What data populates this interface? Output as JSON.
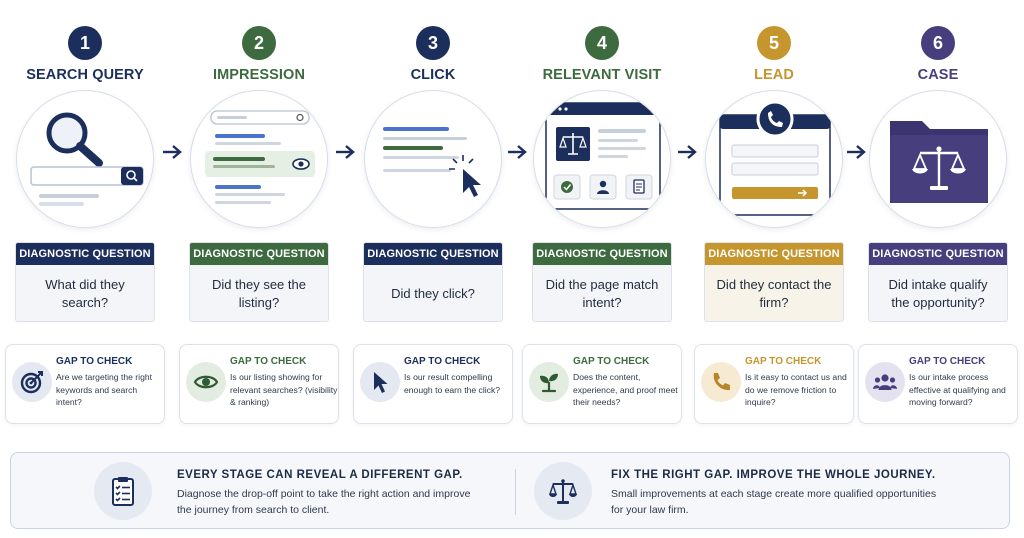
{
  "colors": {
    "navy": "#1c2e5c",
    "green": "#3d6b3f",
    "gold": "#c5962e",
    "purple": "#473e7e",
    "arrow": "#1c2e5c"
  },
  "stages": [
    {
      "number": "1",
      "title": "SEARCH QUERY",
      "color": "#1c2e5c",
      "illustration": "magnifier-search-bar",
      "dq_label": "DIAGNOSTIC QUESTION",
      "dq_text": "What did they search?",
      "gap_label": "GAP TO CHECK",
      "gap_icon": "target-icon",
      "gap_text": "Are we targeting the right keywords and search intent?"
    },
    {
      "number": "2",
      "title": "IMPRESSION",
      "color": "#3d6b3f",
      "illustration": "search-results-listing",
      "dq_label": "DIAGNOSTIC QUESTION",
      "dq_text": "Did they see the listing?",
      "gap_label": "GAP TO CHECK",
      "gap_icon": "eye-icon",
      "gap_text": "Is our listing showing for relevant searches? (visibility & ranking)"
    },
    {
      "number": "3",
      "title": "CLICK",
      "color": "#1c2e5c",
      "illustration": "cursor-click-listing",
      "dq_label": "DIAGNOSTIC QUESTION",
      "dq_text": "Did they click?",
      "gap_label": "GAP TO CHECK",
      "gap_icon": "cursor-icon",
      "gap_text": "Is our result compelling enough to earn the click?"
    },
    {
      "number": "4",
      "title": "RELEVANT VISIT",
      "color": "#3d6b3f",
      "illustration": "law-firm-webpage",
      "dq_label": "DIAGNOSTIC QUESTION",
      "dq_text": "Did the page match intent?",
      "gap_label": "GAP TO CHECK",
      "gap_icon": "sprout-icon",
      "gap_text": "Does the content, experience, and proof meet their needs?"
    },
    {
      "number": "5",
      "title": "LEAD",
      "color": "#c5962e",
      "illustration": "contact-form-phone",
      "dq_label": "DIAGNOSTIC QUESTION",
      "dq_text": "Did they contact the firm?",
      "gap_label": "GAP TO CHECK",
      "gap_icon": "phone-icon",
      "gap_text": "Is it easy to contact us and do we remove friction to inquire?"
    },
    {
      "number": "6",
      "title": "CASE",
      "color": "#473e7e",
      "illustration": "case-folder-scales",
      "dq_label": "DIAGNOSTIC QUESTION",
      "dq_text": "Did intake qualify the opportunity?",
      "gap_label": "GAP TO CHECK",
      "gap_icon": "people-icon",
      "gap_text": "Is our intake process effective at qualifying and moving forward?"
    }
  ],
  "footer": {
    "left": {
      "icon": "clipboard-checklist-icon",
      "title": "EVERY STAGE CAN REVEAL A DIFFERENT GAP.",
      "text": "Diagnose the drop-off point to take the right action and improve the journey from search to client."
    },
    "right": {
      "icon": "scales-of-justice-icon",
      "title": "FIX THE RIGHT GAP.  IMPROVE THE WHOLE JOURNEY.",
      "text": "Small improvements at each stage create more qualified opportunities for your law firm."
    }
  }
}
